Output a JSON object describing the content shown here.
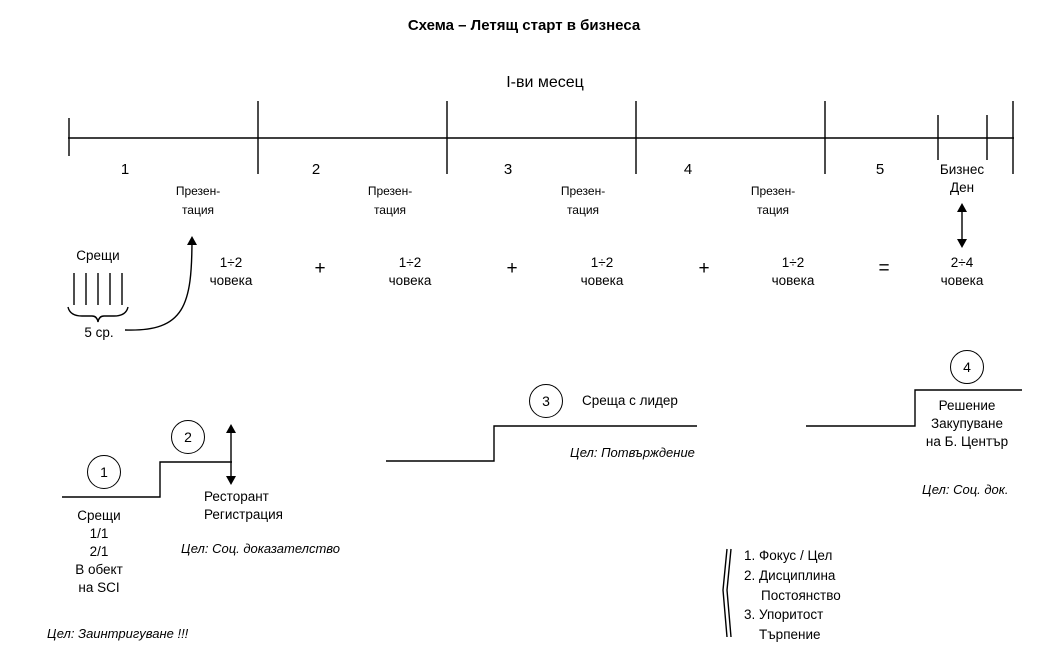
{
  "title": "Схема – Летящ старт в бизнеса",
  "timeline": {
    "month_label": "I-ви месец",
    "weeks": [
      "1",
      "2",
      "3",
      "4",
      "5"
    ],
    "business_day": "Бизнес\nДен"
  },
  "presentation_label": "Презен-\nтация",
  "meetings": {
    "label": "Срещи",
    "count_label": "5 ср."
  },
  "people_row": {
    "values": [
      "1÷2\nчовека",
      "1÷2\nчовека",
      "1÷2\nчовека",
      "1÷2\nчовека",
      "2÷4\nчовека"
    ],
    "operators": [
      "+",
      "+",
      "+",
      "="
    ]
  },
  "steps": [
    {
      "number": "1",
      "text": "Срещи\n1/1\n2/1\nВ обект\nна SCI",
      "goal": "Цел: Заинтригуване !!!"
    },
    {
      "number": "2",
      "text": "Ресторант\nРегистрация",
      "goal": "Цел: Соц. доказателство"
    },
    {
      "number": "3",
      "text": "Среща с лидер",
      "goal": "Цел: Потвърждение"
    },
    {
      "number": "4",
      "text": "Решение\nЗакупуване\nна Б. Център",
      "goal": "Цел: Соц. док."
    }
  ],
  "principles": [
    "1. Фокус / Цел",
    "2. Дисциплина",
    "Постоянство",
    "3. Упоритост",
    "Търпение"
  ]
}
